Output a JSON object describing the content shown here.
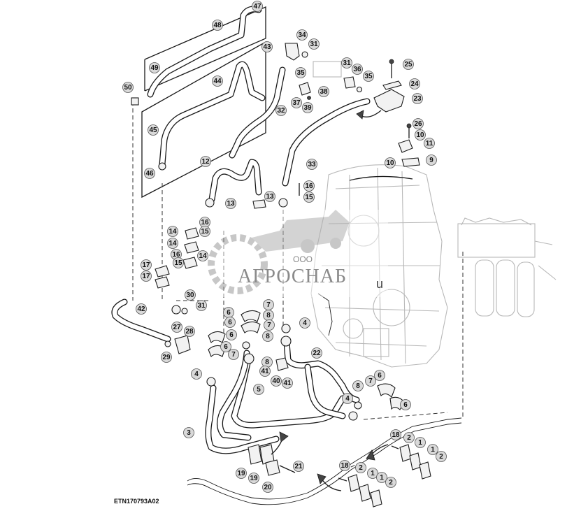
{
  "figure_id": "ETN170793A02",
  "watermark": {
    "company_prefix": "ООО",
    "company_name": "АГРОСНАБ",
    "suffix": "u"
  },
  "callouts": [
    {
      "n": "47"
    },
    {
      "n": "48"
    },
    {
      "n": "49"
    },
    {
      "n": "34"
    },
    {
      "n": "31"
    },
    {
      "n": "43"
    },
    {
      "n": "31"
    },
    {
      "n": "36"
    },
    {
      "n": "25"
    },
    {
      "n": "35"
    },
    {
      "n": "35"
    },
    {
      "n": "24"
    },
    {
      "n": "50"
    },
    {
      "n": "44"
    },
    {
      "n": "38"
    },
    {
      "n": "23"
    },
    {
      "n": "37"
    },
    {
      "n": "39"
    },
    {
      "n": "32"
    },
    {
      "n": "45"
    },
    {
      "n": "26"
    },
    {
      "n": "10"
    },
    {
      "n": "11"
    },
    {
      "n": "10"
    },
    {
      "n": "9"
    },
    {
      "n": "12"
    },
    {
      "n": "33"
    },
    {
      "n": "46"
    },
    {
      "n": "16"
    },
    {
      "n": "15"
    },
    {
      "n": "13"
    },
    {
      "n": "13"
    },
    {
      "n": "16"
    },
    {
      "n": "15"
    },
    {
      "n": "14"
    },
    {
      "n": "14"
    },
    {
      "n": "16"
    },
    {
      "n": "15"
    },
    {
      "n": "14"
    },
    {
      "n": "17"
    },
    {
      "n": "17"
    },
    {
      "n": "30"
    },
    {
      "n": "31"
    },
    {
      "n": "42"
    },
    {
      "n": "6"
    },
    {
      "n": "7"
    },
    {
      "n": "6"
    },
    {
      "n": "8"
    },
    {
      "n": "7"
    },
    {
      "n": "4"
    },
    {
      "n": "27"
    },
    {
      "n": "28"
    },
    {
      "n": "6"
    },
    {
      "n": "8"
    },
    {
      "n": "6"
    },
    {
      "n": "7"
    },
    {
      "n": "29"
    },
    {
      "n": "4"
    },
    {
      "n": "8"
    },
    {
      "n": "22"
    },
    {
      "n": "41"
    },
    {
      "n": "40"
    },
    {
      "n": "41"
    },
    {
      "n": "5"
    },
    {
      "n": "8"
    },
    {
      "n": "7"
    },
    {
      "n": "6"
    },
    {
      "n": "6"
    },
    {
      "n": "4"
    },
    {
      "n": "3"
    },
    {
      "n": "18"
    },
    {
      "n": "2"
    },
    {
      "n": "1"
    },
    {
      "n": "1"
    },
    {
      "n": "2"
    },
    {
      "n": "19"
    },
    {
      "n": "19"
    },
    {
      "n": "21"
    },
    {
      "n": "20"
    },
    {
      "n": "18"
    },
    {
      "n": "2"
    },
    {
      "n": "1"
    },
    {
      "n": "1"
    },
    {
      "n": "2"
    }
  ]
}
